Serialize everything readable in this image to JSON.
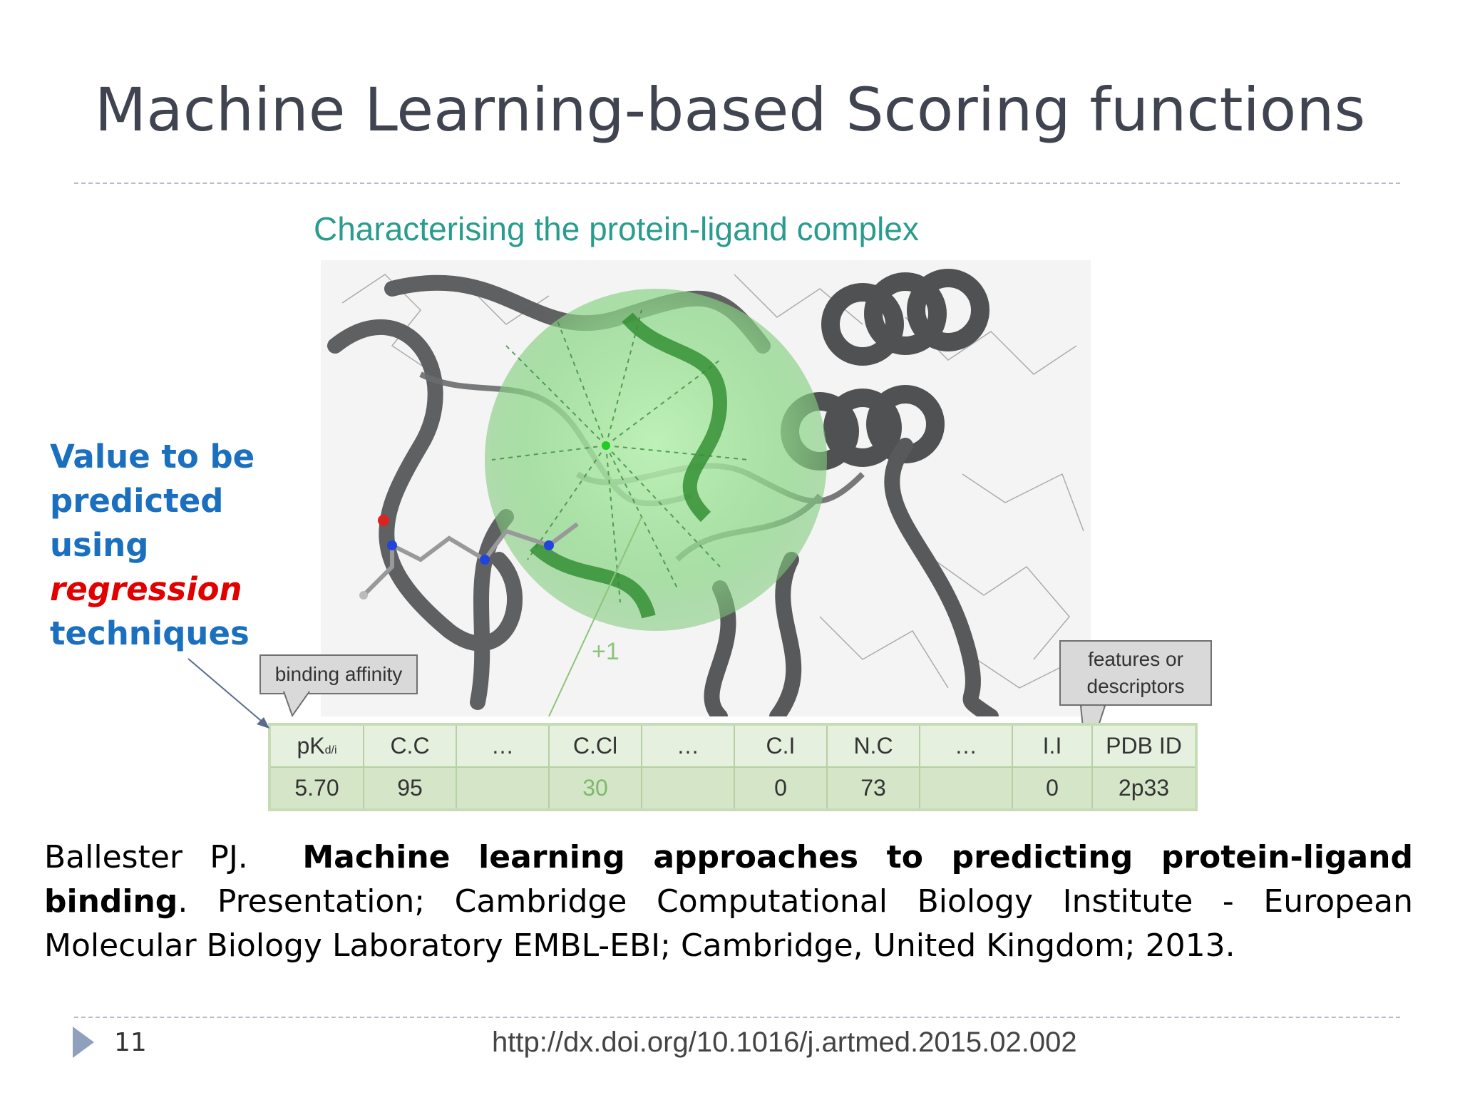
{
  "slide": {
    "title": "Machine Learning-based Scoring functions",
    "page_number": "11",
    "doi": "http://dx.doi.org/10.1016/j.artmed.2015.02.002"
  },
  "figure": {
    "caption": "Characterising the protein-ligand complex",
    "callout_left": "binding affinity",
    "callout_right_line1": "features or",
    "callout_right_line2": "descriptors",
    "plus_label": "+1",
    "table": {
      "header": [
        "pK",
        "C.C",
        "…",
        "C.Cl",
        "…",
        "C.I",
        "N.C",
        "…",
        "I.I",
        "PDB ID"
      ],
      "pk_subscript": "d/i",
      "values": [
        "5.70",
        "95",
        "",
        "30",
        "",
        "0",
        "73",
        "",
        "0",
        "2p33"
      ]
    }
  },
  "side_note": {
    "line1": "Value to be",
    "line2": "predicted",
    "line3": "using",
    "emphasis": "regression",
    "line5": "techniques"
  },
  "citation": {
    "author": "Ballester PJ.",
    "bold_title": "Machine learning approaches to predicting protein-ligand binding",
    "rest": ". Presentation; Cambridge Computational Biology Institute - European Molecular Biology Laboratory EMBL-EBI; Cambridge, United Kingdom; 2013."
  },
  "colors": {
    "title": "#3f4450",
    "caption": "#2a9c8e",
    "side_note": "#1b6fbf",
    "emphasis": "#e00000",
    "sphere": "#7fcf7f"
  }
}
